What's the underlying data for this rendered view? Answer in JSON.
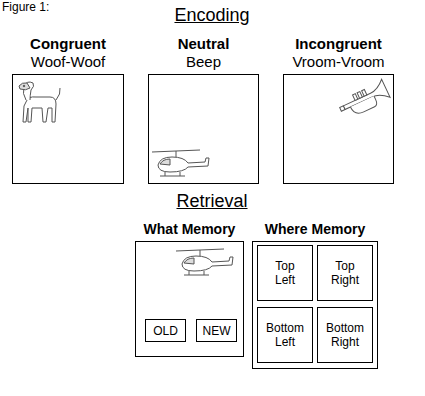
{
  "diagram": {
    "title": "Encoding",
    "nodes": [
      {
        "text": [
          "Congruent",
          "Woof-Woof"
        ]
      },
      {
        "text": [
          "Neutral",
          "Beep"
        ]
      },
      {
        "text": [
          "Incongruent",
          "Vroom-Vroom"
        ]
      },
      {
        "text": [
          "What Memory"
        ]
      },
      {
        "text": [
          "OLD"
        ],
        "in": 3
      },
      {
        "text": [
          "NEW"
        ],
        "in": 3
      },
      {
        "text": [
          "Where Memory"
        ]
      },
      {
        "text": [
          "Top Left"
        ],
        "in": 6
      },
      {
        "text": [
          "Top Right"
        ],
        "in": 6
      },
      {
        "text": [
          "Bottom Left"
        ],
        "in": 6
      },
      {
        "text": [
          "Bottom Right"
        ],
        "in": 6
      }
    ],
    "labels": [
      "Figure 1:",
      "Retrieval"
    ]
  }
}
